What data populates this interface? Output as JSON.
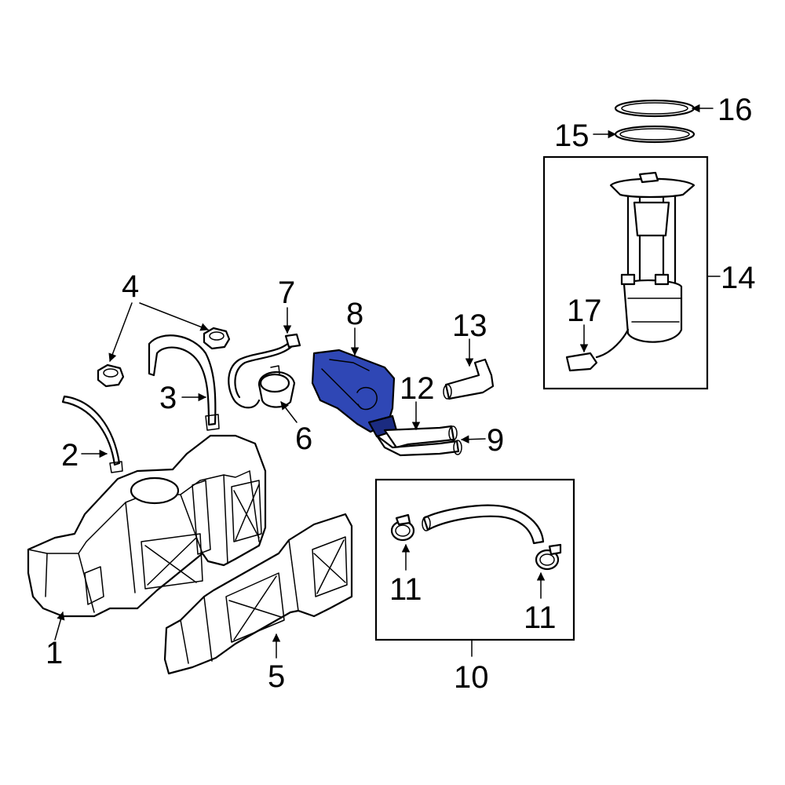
{
  "colors": {
    "highlight": "#2f47b5",
    "highlight_dark": "#1b2b80",
    "line": "#000000",
    "background": "#ffffff"
  },
  "callouts": {
    "c1": "1",
    "c2": "2",
    "c3": "3",
    "c4": "4",
    "c5": "5",
    "c6": "6",
    "c7": "7",
    "c8": "8",
    "c9": "9",
    "c10": "10",
    "c11a": "11",
    "c11b": "11",
    "c12": "12",
    "c13": "13",
    "c14": "14",
    "c15": "15",
    "c16": "16",
    "c17": "17"
  },
  "highlighted_part": "8"
}
